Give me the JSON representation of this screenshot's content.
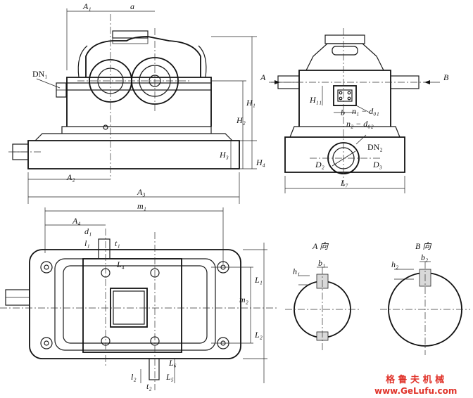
{
  "labels": {
    "A1": "A₁",
    "a": "a",
    "DN1": "DN₁",
    "A2": "A₂",
    "A3": "A₃",
    "H1": "H₁",
    "H2": "H₂",
    "H3": "H₃",
    "H4": "H₄",
    "H11": "H₁₁",
    "L7": "L₇",
    "arrowA": "A",
    "arrowB": "B",
    "b": "b",
    "n1d01": "n₁ − d₀₁",
    "n2d02": "n₂ − d₀₂",
    "DN2": "DN₂",
    "D2": "D₂",
    "D3": "D₃",
    "m1": "m₁",
    "A4": "A₄",
    "d1": "d₁",
    "l1": "l₁",
    "t1": "t₁",
    "L4": "L₄",
    "L1": "L₁",
    "m2": "m₂",
    "L2": "L₂",
    "l2": "l₂",
    "t2": "t₂",
    "L5": "L₅",
    "L6": "L₆",
    "viewA": "A 向",
    "viewB": "B 向",
    "h1": "h₁",
    "b1": "b₁",
    "h2": "h₂",
    "b2": "b₂"
  },
  "watermark": {
    "cn": "格 鲁 夫 机 械",
    "url": "www.GeLufu.com",
    "color": "#e0332a"
  }
}
